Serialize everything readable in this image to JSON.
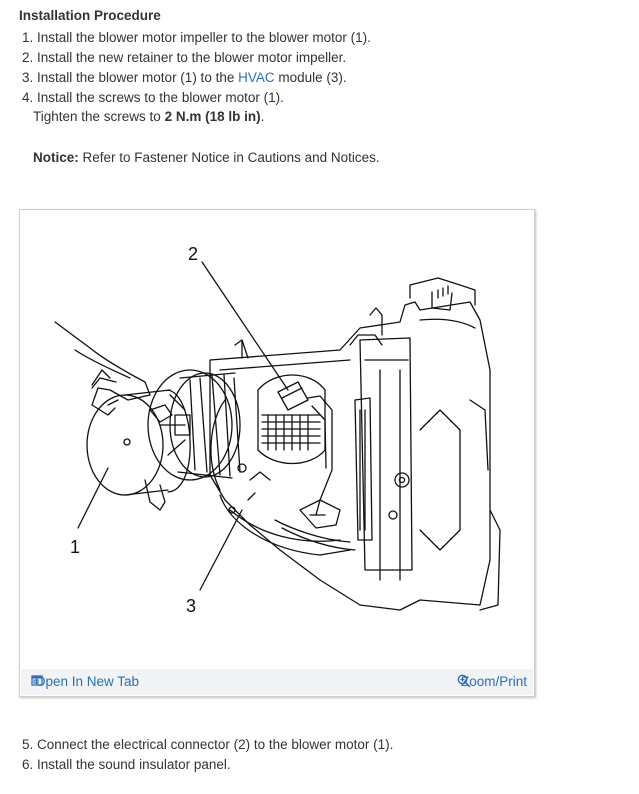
{
  "heading": "Installation Procedure",
  "steps_top": [
    {
      "num": "1.",
      "text": "Install the blower motor impeller to the blower motor (1)."
    },
    {
      "num": "2.",
      "text": "Install the new retainer to the blower motor impeller."
    },
    {
      "num": "3.",
      "pre": "Install the blower motor (1) to the ",
      "link": "HVAC",
      "post": " module (3)."
    },
    {
      "num": "4.",
      "text": "Install the screws to the blower motor (1)."
    }
  ],
  "tighten": {
    "pre": "Tighten the screws to ",
    "bold": "2 N.m (18 lb in)",
    "post": "."
  },
  "notice": {
    "label": "Notice:",
    "text": " Refer to Fastener Notice in Cautions and Notices."
  },
  "figure": {
    "callouts": [
      "2",
      "1",
      "3"
    ],
    "open_tab_label": "Open In New Tab",
    "zoom_label": "Zoom/Print",
    "open_tab_icon": "external-window-icon",
    "zoom_icon": "magnifier-plus-icon"
  },
  "steps_bottom": [
    {
      "num": "5.",
      "text": "Connect the electrical connector (2) to the blower motor (1)."
    },
    {
      "num": "6.",
      "text": "Install the sound insulator panel."
    }
  ],
  "colors": {
    "link": "#2a6ebb",
    "text": "#333333",
    "toolbar_bg": "#f1f3f4"
  }
}
